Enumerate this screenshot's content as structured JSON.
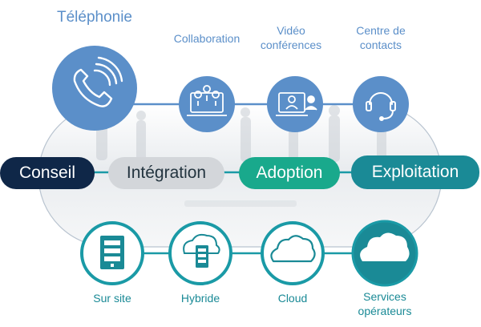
{
  "colors": {
    "top_circle": "#5b8fc9",
    "bottom_ring": "#1a9aa6",
    "bottom_fill": "#23808f",
    "conseil": "#0f2748",
    "integration": "#d3d6da",
    "adoption": "#19a98c",
    "exploitation": "#1a8a96"
  },
  "top": {
    "telephonie": {
      "label": "Téléphonie",
      "icon": "phone-ringing-icon"
    },
    "collaboration": {
      "label": "Collaboration",
      "icon": "laptop-location-pins-icon"
    },
    "video": {
      "line1": "Vidéo",
      "line2": "conférences",
      "icon": "video-conference-icon"
    },
    "contacts": {
      "line1": "Centre de",
      "line2": "contacts",
      "icon": "headset-icon"
    }
  },
  "phases": {
    "conseil": "Conseil",
    "integration": "Intégration",
    "adoption": "Adoption",
    "exploitation": "Exploitation"
  },
  "bottom": {
    "sur_site": {
      "label": "Sur site",
      "icon": "server-icon"
    },
    "hybride": {
      "label": "Hybride",
      "icon": "cloud-server-icon"
    },
    "cloud": {
      "label": "Cloud",
      "icon": "cloud-outline-icon"
    },
    "operateurs": {
      "line1": "Services",
      "line2": "opérateurs",
      "icon": "cloud-filled-icon"
    }
  }
}
